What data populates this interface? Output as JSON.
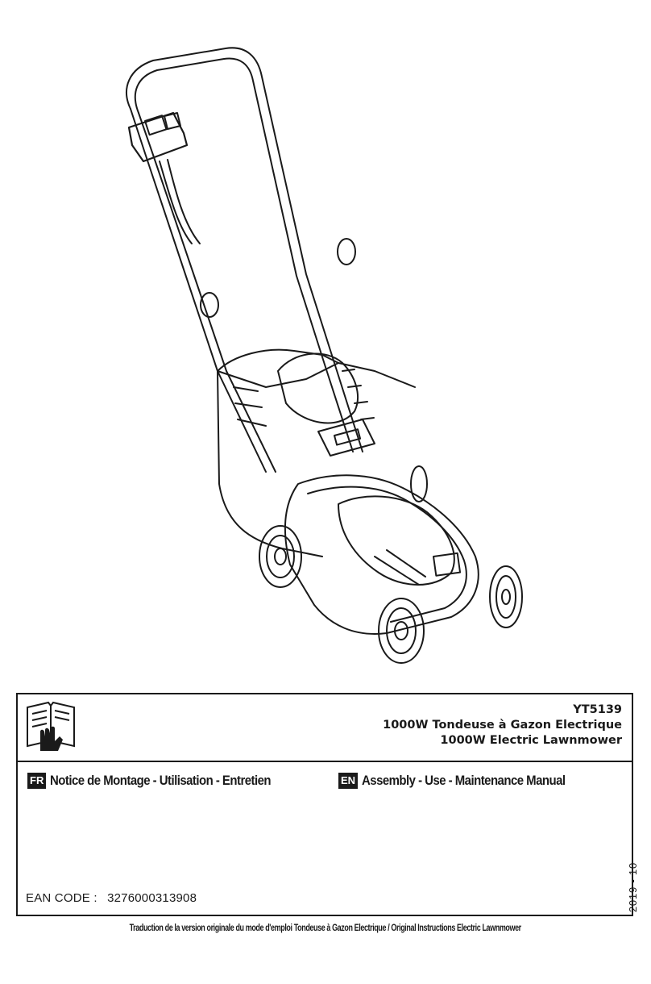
{
  "product": {
    "model": "YT5139",
    "title_fr": "1000W Tondeuse à Gazon Electrique",
    "title_en": "1000W Electric Lawnmower"
  },
  "languages": [
    {
      "code": "FR",
      "label": "Notice de Montage - Utilisation - Entretien"
    },
    {
      "code": "EN",
      "label": "Assembly - Use - Maintenance Manual"
    }
  ],
  "ean": {
    "label": "EAN CODE :",
    "value": "3276000313908"
  },
  "date": "2019 - 10",
  "footer": "Traduction de la version originale du mode d'emploi Tondeuse à Gazon Electrique / Original Instructions Electric Lawnmower",
  "icons": {
    "illustration": "lawnmower-line-drawing",
    "manual": "read-manual-icon"
  },
  "colors": {
    "ink": "#1a1a1a",
    "background": "#ffffff"
  }
}
